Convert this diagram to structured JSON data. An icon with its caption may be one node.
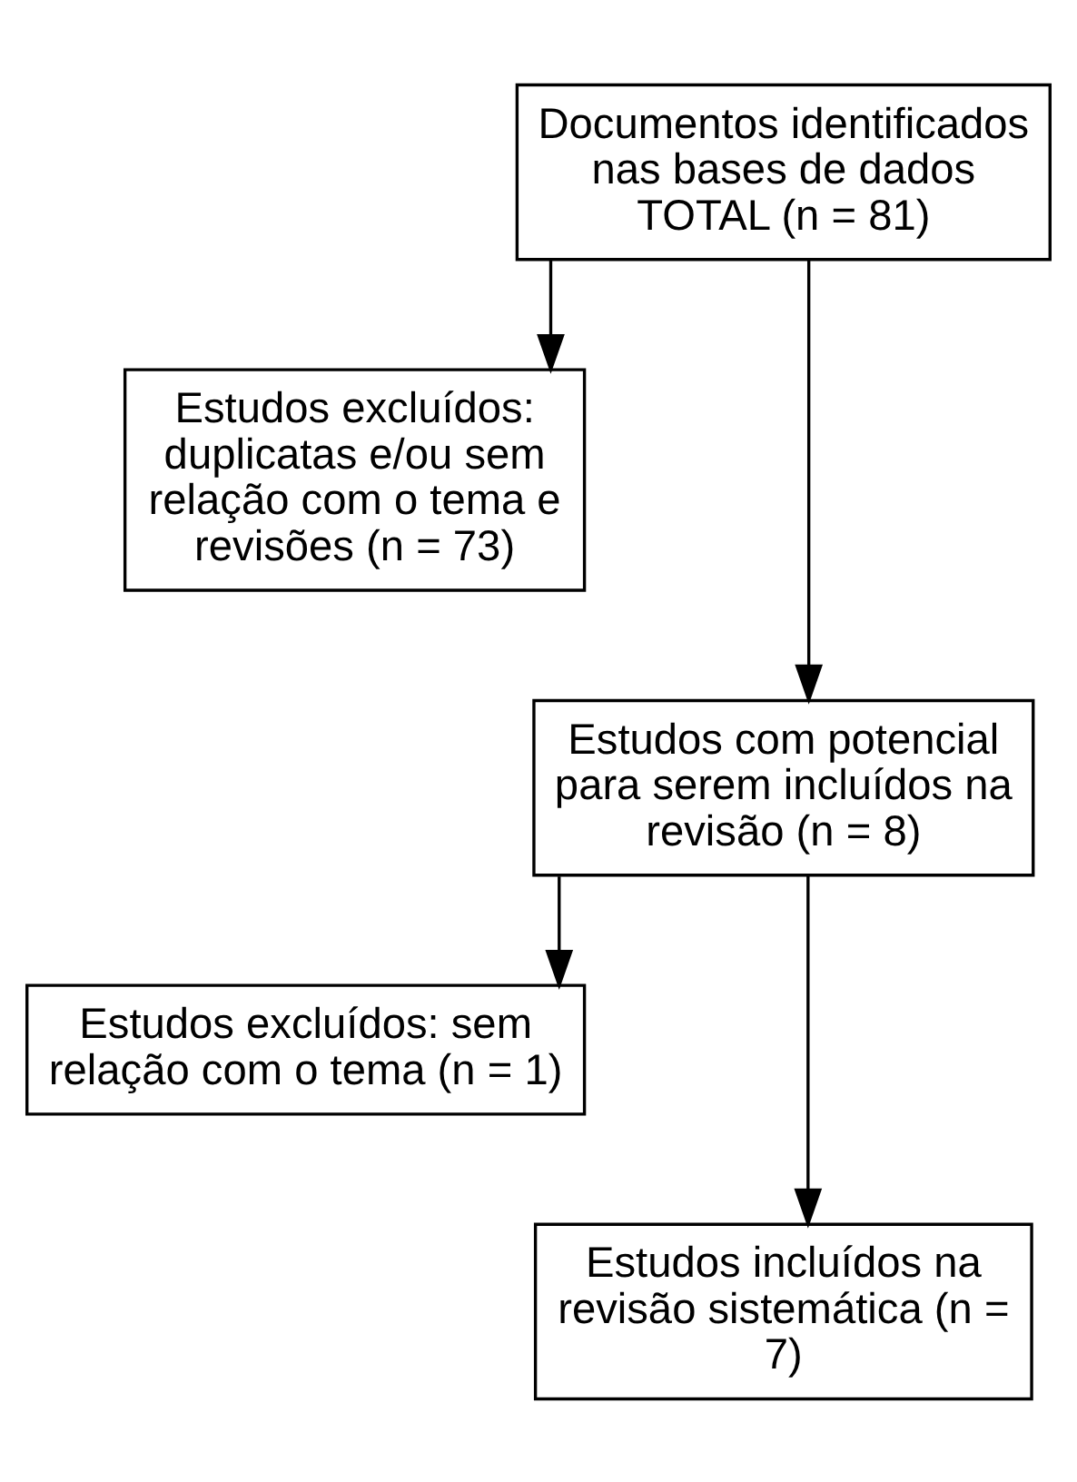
{
  "diagram": {
    "nodes": [
      {
        "text": [
          "Documentos identificados nas bases de dados",
          "TOTAL (n = 81)"
        ]
      },
      {
        "text": [
          "Estudos excluídos: duplicatas e/ou sem relação com o tema e revisões (n = 73)"
        ]
      },
      {
        "text": [
          "Estudos com potencial para serem incluídos na revisão (n = 8)"
        ]
      },
      {
        "text": [
          "Estudos excluídos: sem relação com o tema (n = 1)"
        ]
      },
      {
        "text": [
          "Estudos incluídos na revisão sistemática (n = 7)"
        ]
      }
    ],
    "edges": [
      {
        "from": 0,
        "to": 1,
        "arrow": "to"
      },
      {
        "from": 0,
        "to": 2,
        "arrow": "to"
      },
      {
        "from": 2,
        "to": 3,
        "arrow": "to"
      },
      {
        "from": 2,
        "to": 4,
        "arrow": "to"
      }
    ]
  }
}
